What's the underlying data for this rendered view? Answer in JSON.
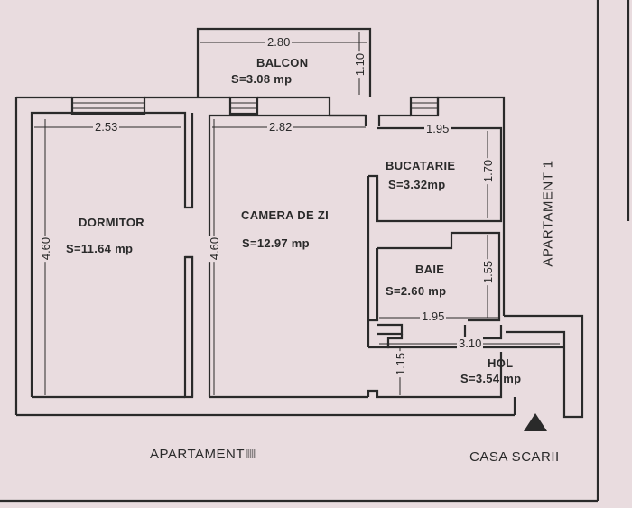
{
  "plan": {
    "background_color": "#e9dcdf",
    "line_color": "#2a2a2a",
    "rooms": [
      {
        "id": "balcon",
        "name": "BALCON",
        "area": "S=3.08 mp"
      },
      {
        "id": "dormitor",
        "name": "DORMITOR",
        "area": "S=11.64 mp"
      },
      {
        "id": "camera-de-zi",
        "name": "CAMERA DE ZI",
        "area": "S=12.97 mp"
      },
      {
        "id": "bucatarie",
        "name": "BUCATARIE",
        "area": "S=3.32mp"
      },
      {
        "id": "baie",
        "name": "BAIE",
        "area": "S=2.60 mp"
      },
      {
        "id": "hol",
        "name": "HOL",
        "area": "S=3.54 mp"
      }
    ],
    "dimensions": {
      "balcon_width": "2.80",
      "balcon_depth": "1.10",
      "dormitor_width": "2.53",
      "dormitor_length": "4.60",
      "camera_width": "2.82",
      "camera_length": "4.60",
      "bucatarie_width": "1.95",
      "bucatarie_depth": "1.70",
      "baie_depth": "1.55",
      "baie_width": "1.95",
      "hol_width": "3.10",
      "hol_depth": "1.15"
    },
    "surroundings": {
      "right_label": "APARTAMENT 1",
      "bottom_label": "APARTAMENT",
      "bottom_label_suffix": "IIIII",
      "stair_label": "CASA SCARII",
      "stair_icon": "triangle-up-icon"
    }
  }
}
